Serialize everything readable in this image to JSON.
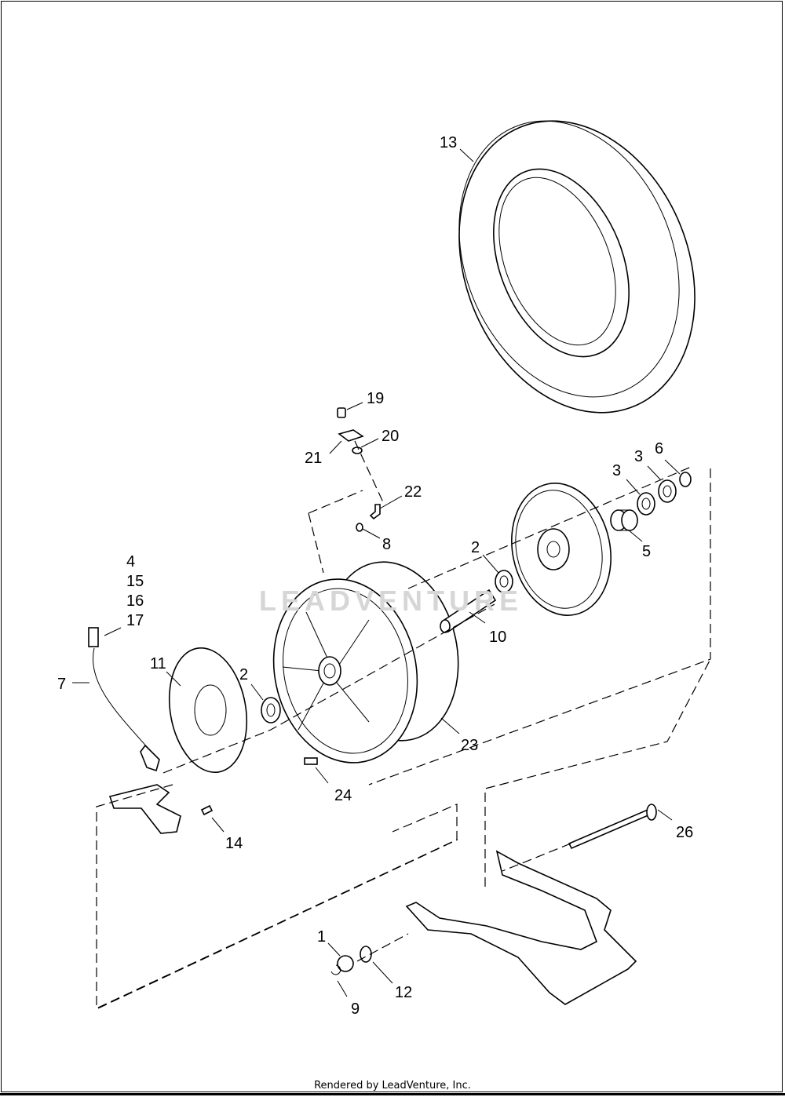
{
  "watermark": "LEADVENTURE",
  "footer": "Rendered by LeadVenture, Inc.",
  "callouts": {
    "c13": "13",
    "c19": "19",
    "c20": "20",
    "c21": "21",
    "c22": "22",
    "c8": "8",
    "c2a": "2",
    "c3a": "3",
    "c3b": "3",
    "c6": "6",
    "c5": "5",
    "c10": "10",
    "c4": "4",
    "c15": "15",
    "c16": "16",
    "c17": "17",
    "c7": "7",
    "c11": "11",
    "c2b": "2",
    "c23": "23",
    "c24": "24",
    "c14": "14",
    "c26": "26",
    "c1": "1",
    "c12": "12",
    "c9": "9"
  }
}
